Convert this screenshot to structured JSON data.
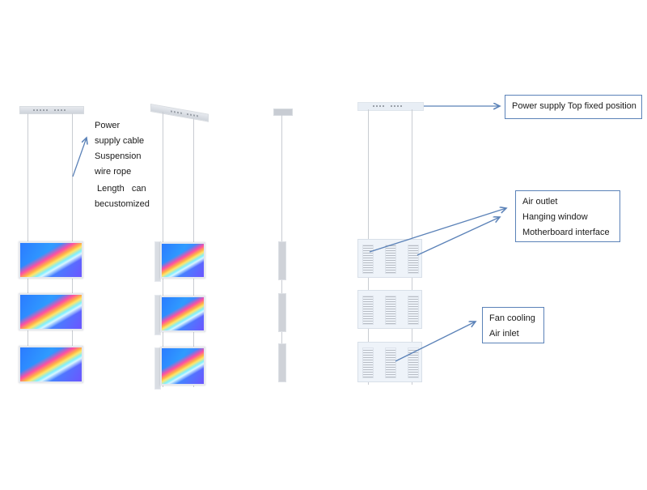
{
  "left_annotation": {
    "lines": [
      "Power",
      "supply cable",
      "Suspension",
      "wire rope",
      " Length   can",
      "becustomized"
    ]
  },
  "callouts": {
    "top": {
      "text": "Power supply Top fixed position"
    },
    "middle": {
      "lines": [
        "Air outlet",
        "Hanging window",
        "Motherboard interface"
      ]
    },
    "bottom": {
      "lines": [
        "Fan cooling",
        "Air inlet"
      ]
    }
  },
  "views": [
    "front",
    "angled",
    "side",
    "back"
  ],
  "colors": {
    "arrow": "#5b82b8",
    "callout_border": "#5b82b8"
  }
}
